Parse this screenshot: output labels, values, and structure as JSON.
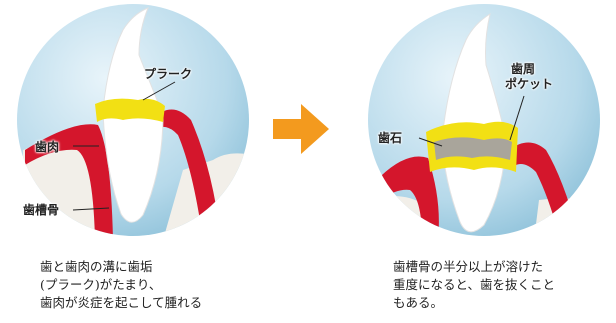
{
  "left_panel": {
    "labels": {
      "plaque": "プラーク",
      "gum": "歯肉",
      "alveolar_bone": "歯槽骨"
    },
    "caption": [
      "歯と歯肉の溝に歯垢",
      "(プラーク)がたまり、",
      "歯肉が炎症を起こして腫れる"
    ]
  },
  "right_panel": {
    "labels": {
      "pocket_line1": "歯周",
      "pocket_line2": "ポケット",
      "tartar": "歯石"
    },
    "caption": [
      "歯槽骨の半分以上が溶けた",
      "重度になると、歯を抜くこと",
      "もある。"
    ]
  },
  "colors": {
    "background_circle": "#aed3e6",
    "gum": "#d4162c",
    "plaque": "#f2e014",
    "tartar": "#a9a59b",
    "arrow": "#f39a1e"
  }
}
